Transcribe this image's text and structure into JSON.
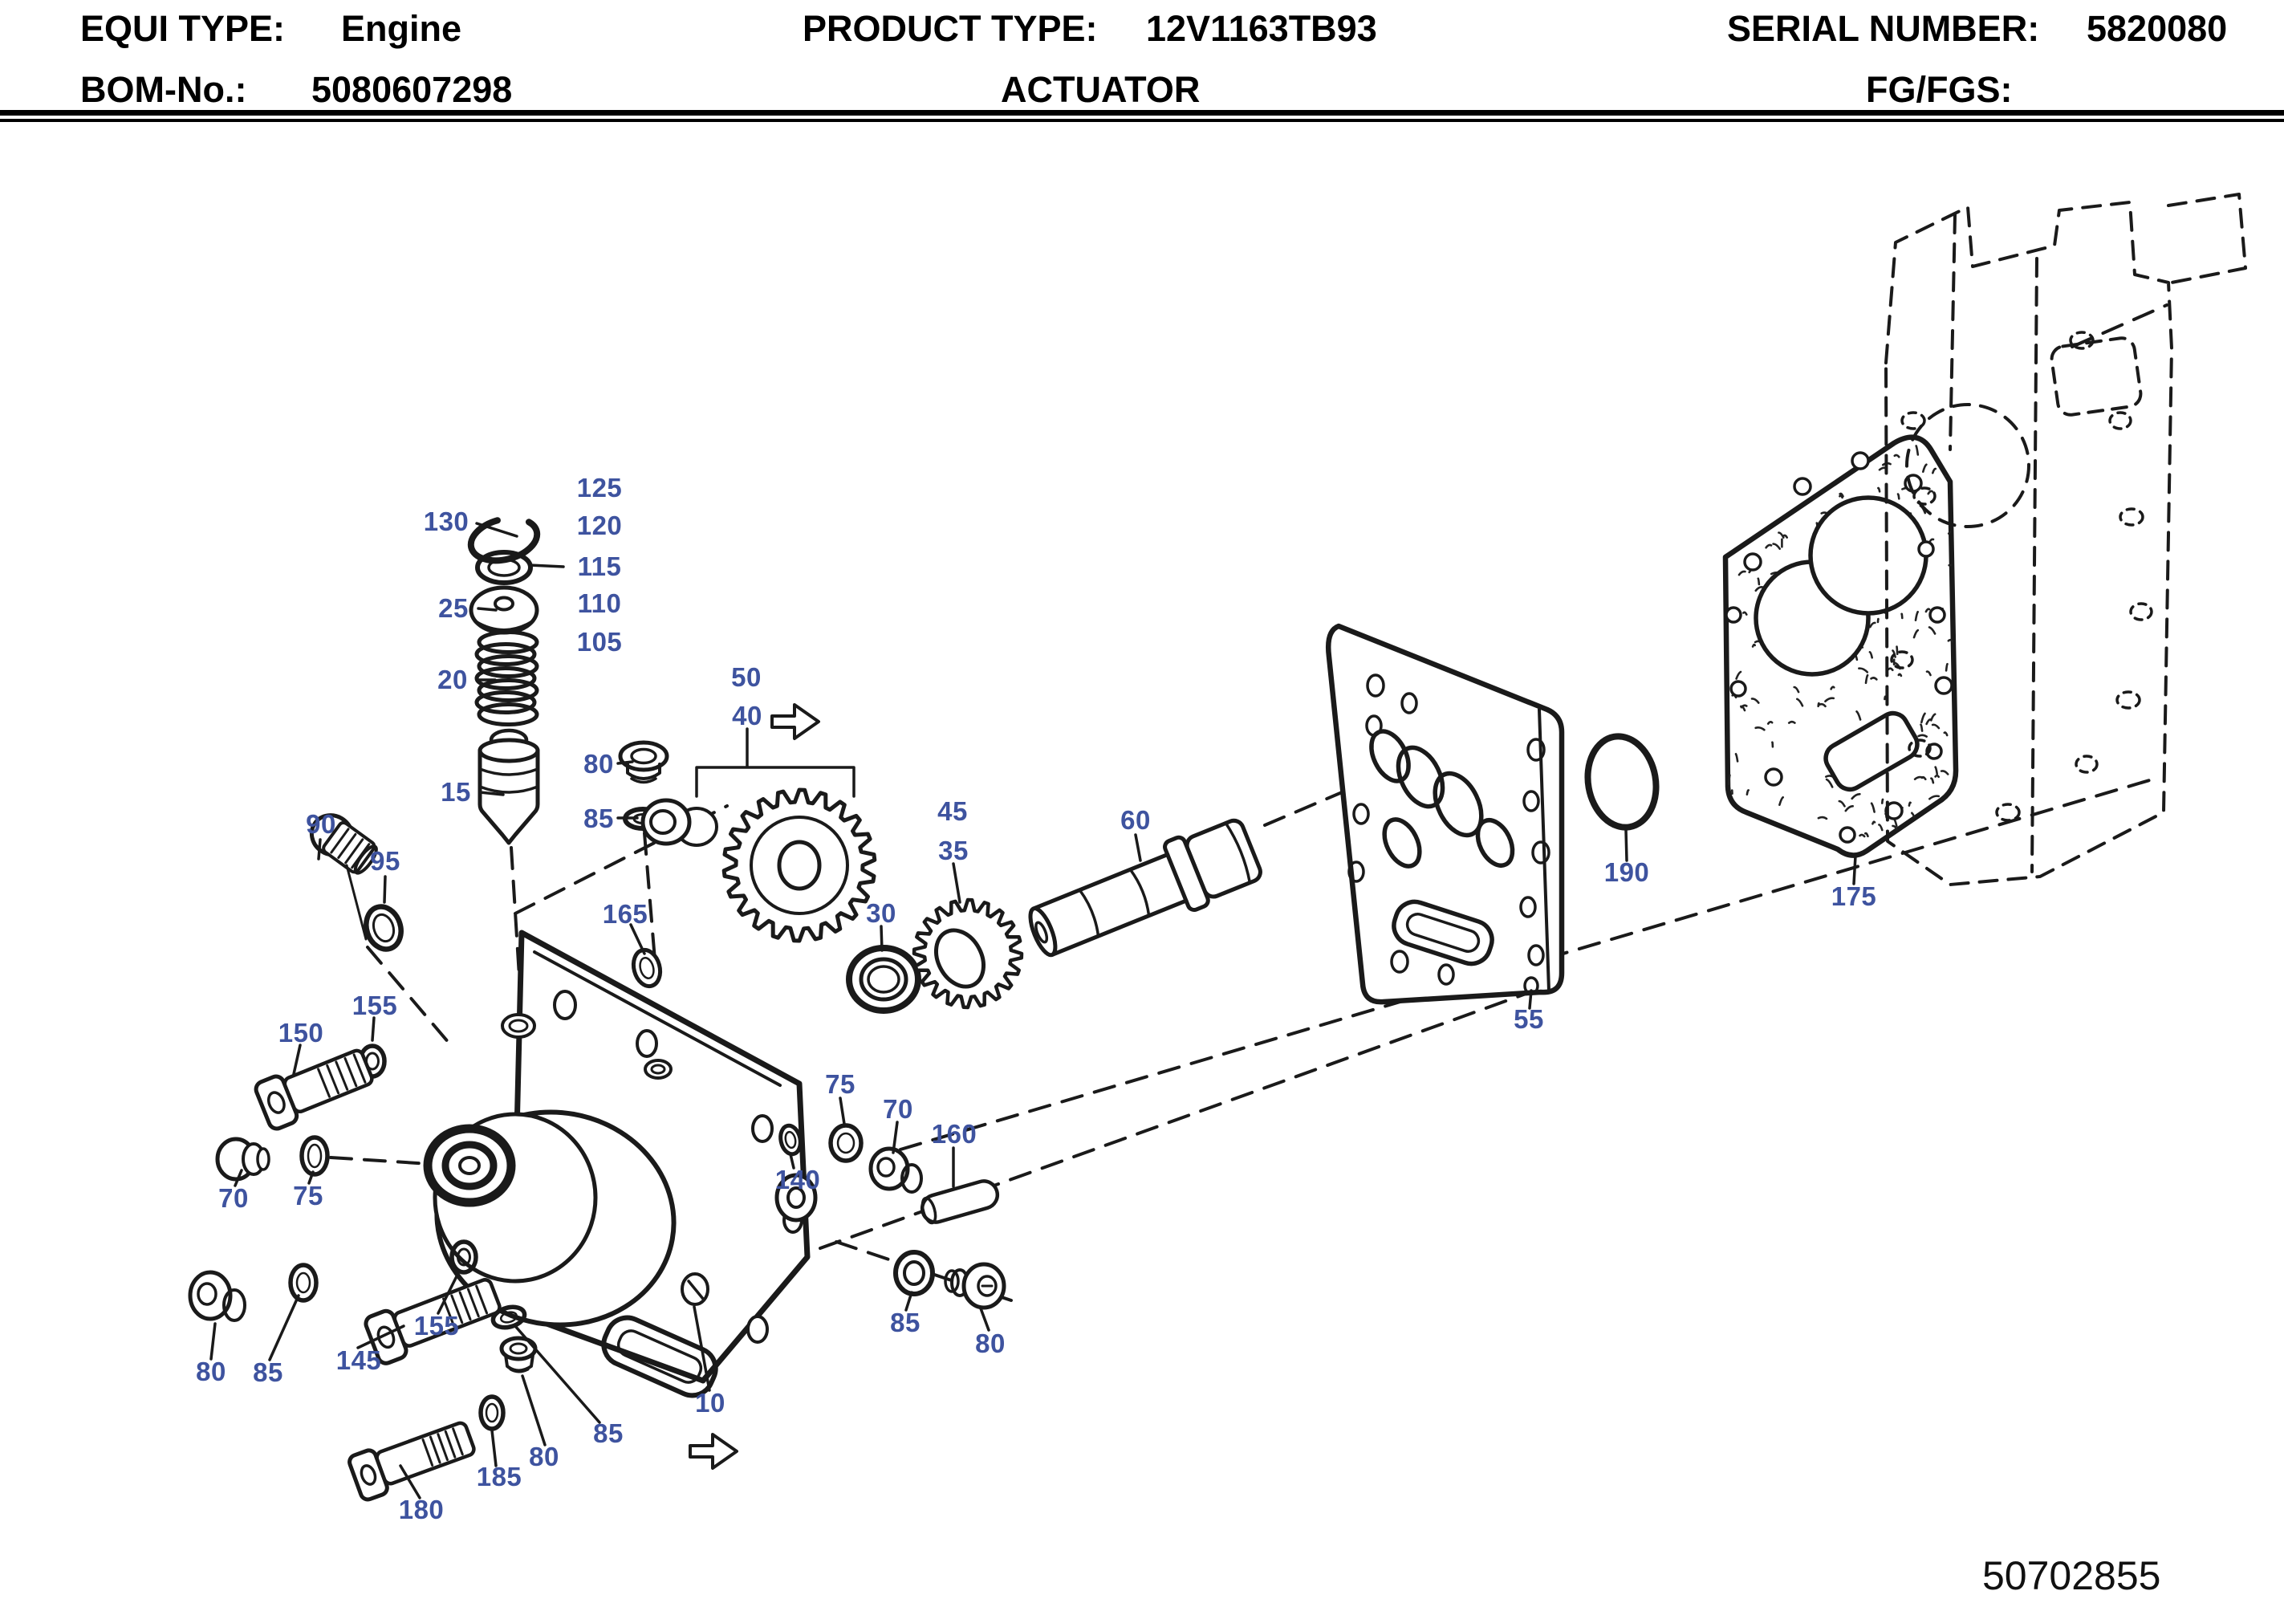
{
  "header": {
    "equi_type_label": "EQUI TYPE:",
    "equi_type_value": "Engine",
    "product_type_label": "PRODUCT TYPE:",
    "product_type_value": "12V1163TB93",
    "serial_number_label": "SERIAL NUMBER:",
    "serial_number_value": "5820080",
    "bom_label": "BOM-No.:",
    "bom_value": "5080607298",
    "assembly_name": "ACTUATOR",
    "fg_fgs_label": "FG/FGS:"
  },
  "footer": {
    "document_number": "50702855"
  },
  "colors": {
    "callout_text": "#3E539F",
    "line_art": "#1A1A1A",
    "header_text": "#000000"
  },
  "icons": {
    "direction_arrow": "hollow-right-arrow-icon"
  },
  "callouts": [
    {
      "label": "130"
    },
    {
      "label": "125"
    },
    {
      "label": "120"
    },
    {
      "label": "115"
    },
    {
      "label": "25"
    },
    {
      "label": "110"
    },
    {
      "label": "105"
    },
    {
      "label": "20"
    },
    {
      "label": "50"
    },
    {
      "label": "40"
    },
    {
      "label": "80"
    },
    {
      "label": "15"
    },
    {
      "label": "85"
    },
    {
      "label": "90"
    },
    {
      "label": "95"
    },
    {
      "label": "45"
    },
    {
      "label": "35"
    },
    {
      "label": "60"
    },
    {
      "label": "30"
    },
    {
      "label": "165"
    },
    {
      "label": "190"
    },
    {
      "label": "175"
    },
    {
      "label": "155"
    },
    {
      "label": "150"
    },
    {
      "label": "55"
    },
    {
      "label": "75"
    },
    {
      "label": "70"
    },
    {
      "label": "160"
    },
    {
      "label": "140"
    },
    {
      "label": "70"
    },
    {
      "label": "75"
    },
    {
      "label": "85"
    },
    {
      "label": "80"
    },
    {
      "label": "155"
    },
    {
      "label": "145"
    },
    {
      "label": "80"
    },
    {
      "label": "85"
    },
    {
      "label": "85"
    },
    {
      "label": "80"
    },
    {
      "label": "10"
    },
    {
      "label": "185"
    },
    {
      "label": "180"
    }
  ]
}
